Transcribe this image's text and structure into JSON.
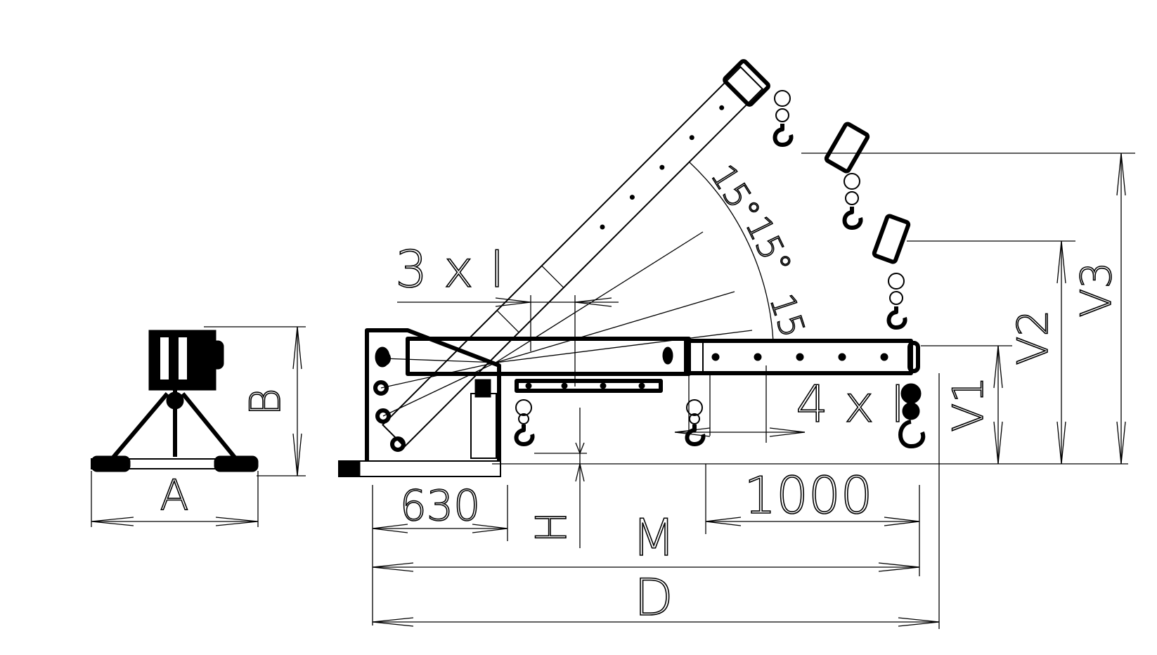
{
  "drawing": {
    "dimensions": {
      "A": "A",
      "B": "B",
      "D": "D",
      "M": "M",
      "H": "H",
      "V1": "V1",
      "V2": "V2",
      "V3": "V3",
      "base_length": "630",
      "extension_step": "1000",
      "boom_positions": "3 x I",
      "extension_positions": "4 x I"
    },
    "angles": [
      "15°",
      "15°",
      "15"
    ]
  },
  "colors": {
    "line": "#000000",
    "background": "#ffffff"
  }
}
